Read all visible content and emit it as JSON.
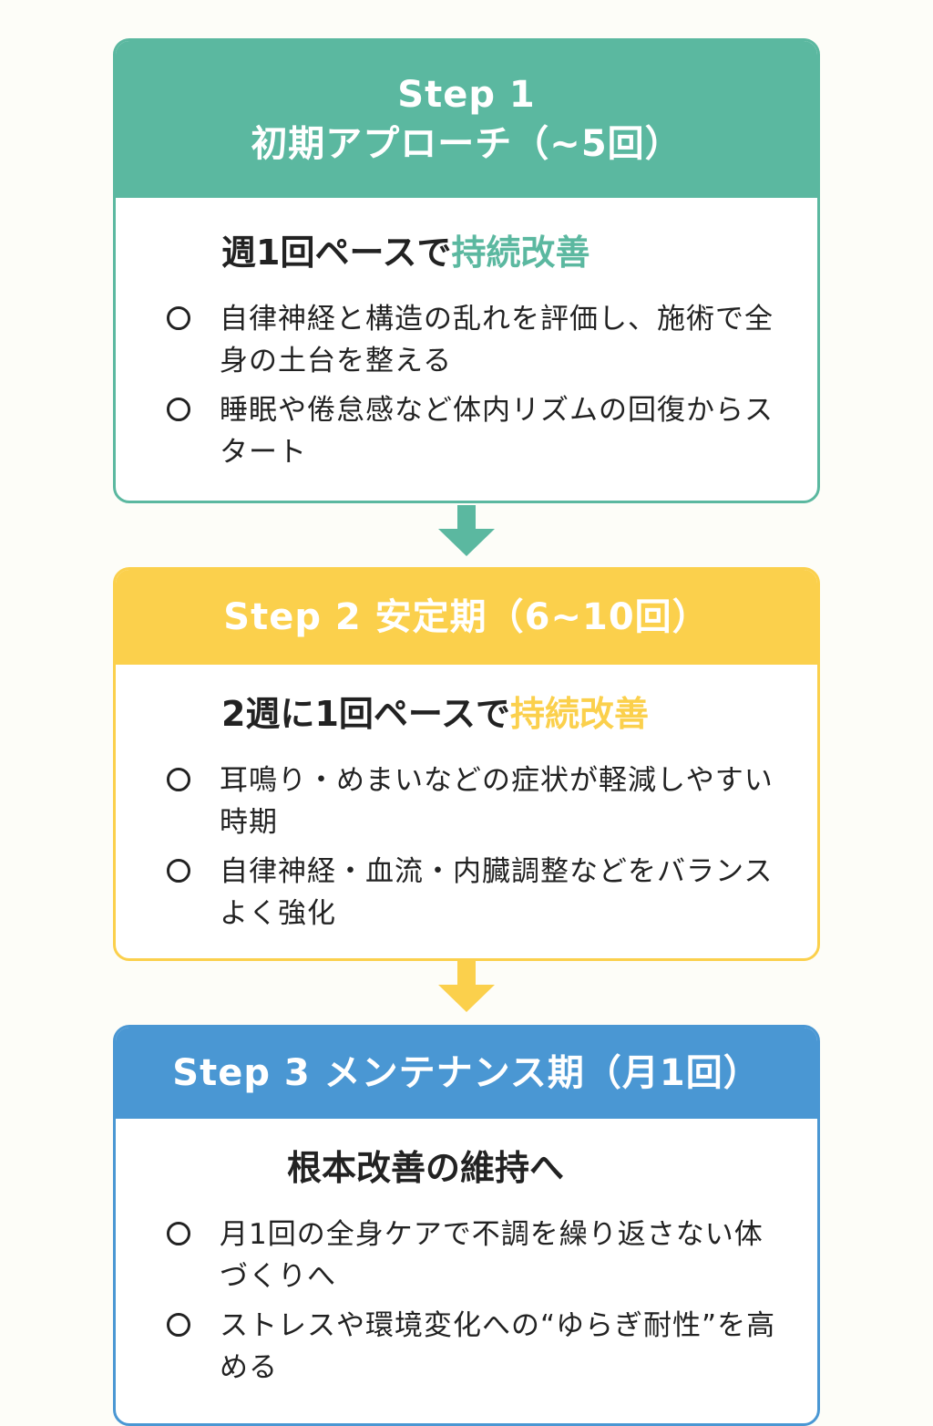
{
  "colors": {
    "step1": "#5bb8a0",
    "step2": "#fbd04c",
    "step3": "#4a97d3",
    "text": "#222222"
  },
  "steps": [
    {
      "header_line1": "Step 1",
      "header_line2": "初期アプローチ（~5回）",
      "subtitle_prefix": "週1回ペースで",
      "subtitle_highlight": "持続改善",
      "bullets": [
        "自律神経と構造の乱れを評価し、施術で全身の土台を整える",
        "睡眠や倦怠感など体内リズムの回復からスタート"
      ]
    },
    {
      "header_line1": "Step 2 安定期（6~10回）",
      "subtitle_prefix": "2週に1回ペースで",
      "subtitle_highlight": "持続改善",
      "bullets": [
        "耳鳴り・めまいなどの症状が軽減しやすい時期",
        "自律神経・血流・内臓調整などをバランスよく強化"
      ]
    },
    {
      "header_line1": "Step 3 メンテナンス期（月1回）",
      "subtitle_prefix": "根本改善の維持へ",
      "subtitle_highlight": "",
      "bullets": [
        "月1回の全身ケアで不調を繰り返さない体づくりへ",
        "ストレスや環境変化への“ゆらぎ耐性”を高める"
      ]
    }
  ]
}
